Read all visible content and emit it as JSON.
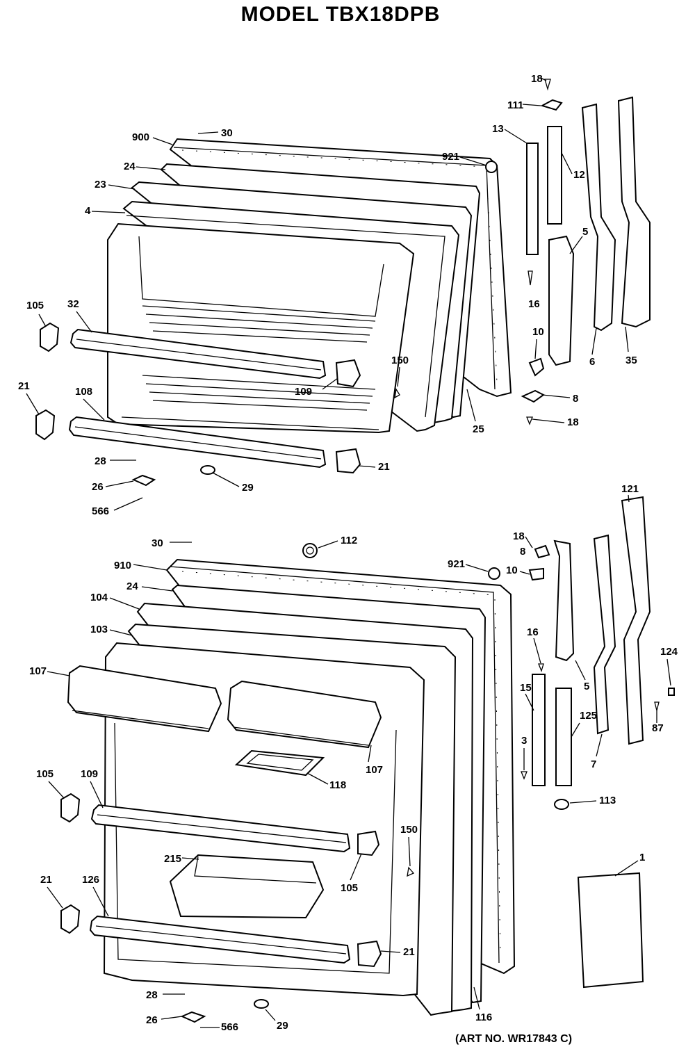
{
  "title": "MODEL TBX18DPB",
  "art_no": "(ART NO. WR17843 C)",
  "labels": {
    "top": [
      "18",
      "111",
      "13",
      "12",
      "921",
      "900",
      "30",
      "24",
      "23",
      "4",
      "5",
      "16",
      "10",
      "6",
      "35",
      "8",
      "18",
      "25",
      "150",
      "105",
      "32",
      "109",
      "21",
      "108",
      "21",
      "28",
      "26",
      "566",
      "29"
    ],
    "bottom": [
      "121",
      "18",
      "8",
      "30",
      "112",
      "921",
      "10",
      "910",
      "24",
      "104",
      "103",
      "107",
      "16",
      "5",
      "124",
      "15",
      "125",
      "87",
      "3",
      "7",
      "107",
      "118",
      "105",
      "109",
      "113",
      "150",
      "1",
      "215",
      "105",
      "21",
      "126",
      "21",
      "116",
      "28",
      "26",
      "566",
      "29"
    ]
  }
}
